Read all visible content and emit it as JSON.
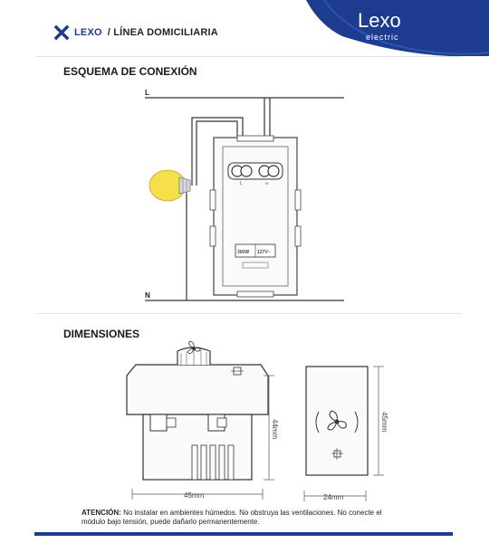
{
  "header": {
    "brand": "LEXO",
    "line": "/ LÍNEA DOMICILIARIA",
    "logo_main": "Lexo",
    "logo_sub": "electric"
  },
  "wiring": {
    "title": "ESQUEMA DE CONEXIÓN",
    "line_label": "L",
    "neutral_label": "N",
    "terminal_left": "L",
    "terminal_right": "∞",
    "rating_power": "300W",
    "rating_voltage": "127V~"
  },
  "dimensions": {
    "title": "DIMENSIONES",
    "width_front": "45mm",
    "depth_side": "44mm",
    "height_side": "45mm",
    "width_side": "24mm"
  },
  "warning": {
    "label": "ATENCIÓN:",
    "text": " No instalar en ambientes húmedos. No obstruya las ventilaciones. No conecte el módulo bajo tensión, puede dañarlo permanentemente."
  },
  "colors": {
    "brand_blue": "#1d3b8f",
    "bulb_yellow": "#f5e04a"
  }
}
